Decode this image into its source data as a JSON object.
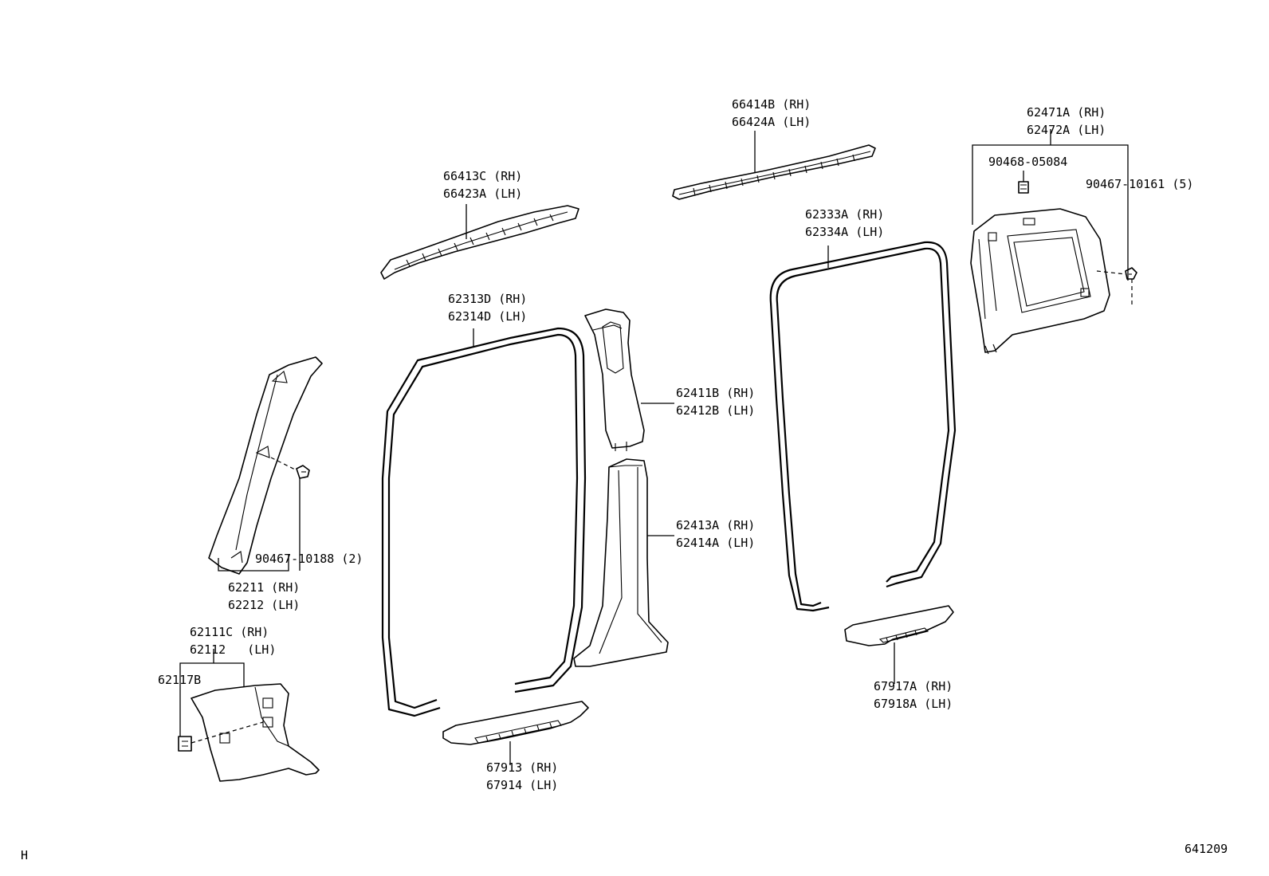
{
  "labels": {
    "p66413": [
      "66413C (RH)",
      "66423A (LH)"
    ],
    "p66414": [
      "66414B (RH)",
      "66424A (LH)"
    ],
    "p62471": [
      "62471A (RH)",
      "62472A (LH)"
    ],
    "p90468": "90468-05084",
    "p90467_10161": "90467-10161 (5)",
    "p62333": [
      "62333A (RH)",
      "62334A (LH)"
    ],
    "p62313": [
      "62313D (RH)",
      "62314D (LH)"
    ],
    "p62411": [
      "62411B (RH)",
      "62412B (LH)"
    ],
    "p62413": [
      "62413A (RH)",
      "62414A (LH)"
    ],
    "p90467_10188": "90467-10188 (2)",
    "p62211": [
      "62211 (RH)",
      "62212 (LH)"
    ],
    "p62111": [
      "62111C (RH)",
      "62112   (LH)"
    ],
    "p62117": "62117B",
    "p67917": [
      "67917A (RH)",
      "67918A (LH)"
    ],
    "p67913": [
      "67913 (RH)",
      "67914 (LH)"
    ]
  },
  "corner": {
    "left": "H",
    "right": "641209"
  }
}
